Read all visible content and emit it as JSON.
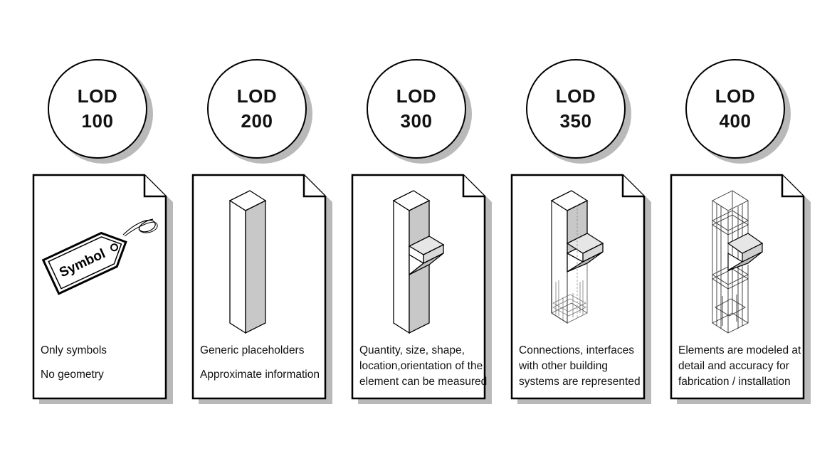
{
  "levels": [
    {
      "label_top": "LOD",
      "label_num": "100",
      "tag_text": "Symbol",
      "desc": [
        "Only symbols",
        "",
        "No geometry"
      ]
    },
    {
      "label_top": "LOD",
      "label_num": "200",
      "desc": [
        "Generic placeholders",
        "",
        "Approximate information"
      ]
    },
    {
      "label_top": "LOD",
      "label_num": "300",
      "desc": [
        "Quantity, size, shape,",
        "location,orientation of the",
        "element can be measured"
      ]
    },
    {
      "label_top": "LOD",
      "label_num": "350",
      "desc": [
        "Connections, interfaces",
        "with other building",
        "systems are represented"
      ]
    },
    {
      "label_top": "LOD",
      "label_num": "400",
      "desc": [
        "Elements are modeled at",
        "detail and accuracy for",
        "fabrication / installation"
      ]
    }
  ],
  "colors": {
    "stroke": "#000000",
    "shadow": "#b9b9b9",
    "fill_gray": "#c8c8c8",
    "paper": "#ffffff"
  },
  "icons": [
    "symbol-tag-icon",
    "placeholder-column-icon",
    "corbel-column-icon",
    "connected-column-icon",
    "detailed-column-icon"
  ]
}
